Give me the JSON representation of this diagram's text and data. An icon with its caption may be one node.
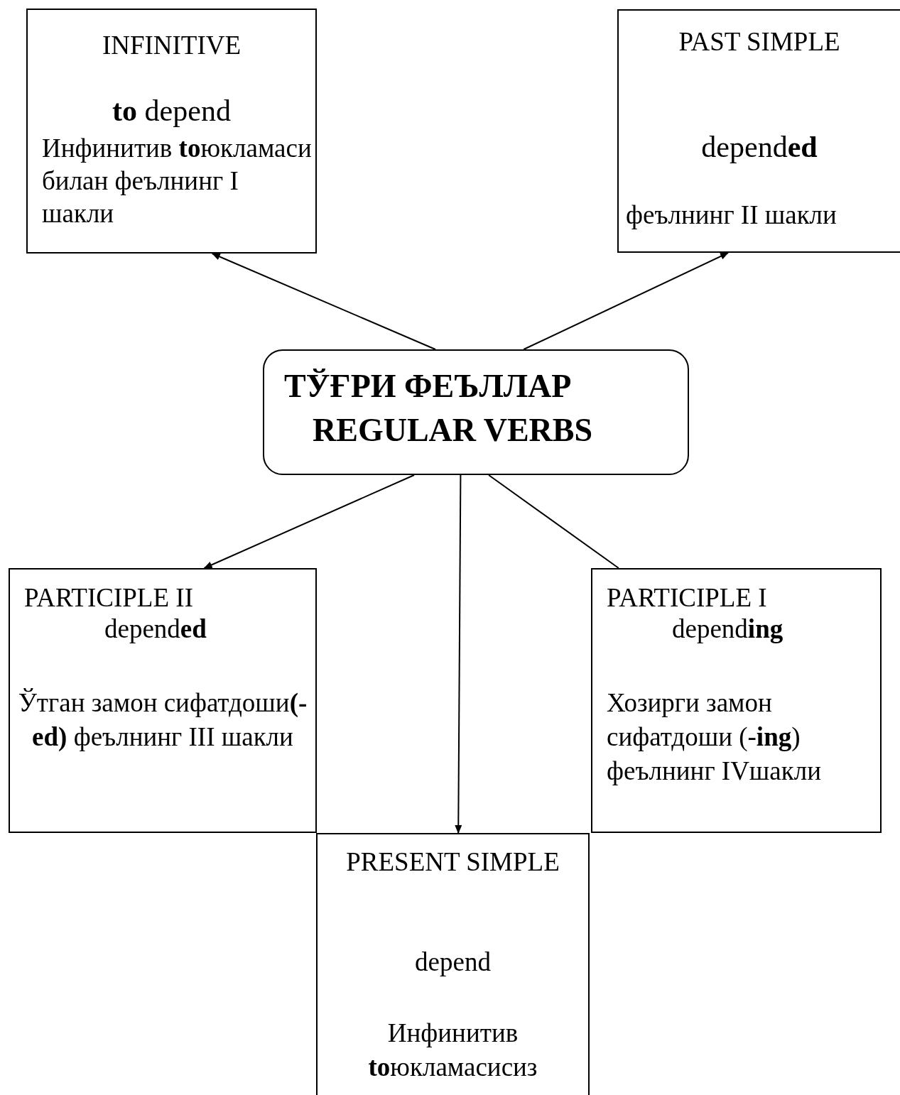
{
  "diagram": {
    "nodes": [
      {
        "text": [
          "INFINITIVE",
          "**to** depend",
          "Инфинитив **to**юкламаси билан феълнинг I шакли"
        ]
      },
      {
        "text": [
          "PAST SIMPLE",
          "depend**ed**",
          "феълнинг II шакли"
        ]
      },
      {
        "text": [
          "ТЎҒРИ ФЕЪЛЛАР",
          "REGULAR VERBS"
        ]
      },
      {
        "text": [
          "PARTICIPLE II",
          "depend**ed**",
          "Ўтган замон сифатдоши**(-ed)** феълнинг III шакли"
        ]
      },
      {
        "text": [
          "PARTICIPLE I",
          "depend**ing**",
          "Хозирги замон сифатдоши (-**ing**) феълнинг IVшакли"
        ]
      },
      {
        "text": [
          "PRESENT SIMPLE",
          "depend",
          "Инфинитив **to**юкламасисиз"
        ]
      }
    ],
    "edges": [
      {
        "from": 2,
        "to": 0,
        "arrow": "to"
      },
      {
        "from": 2,
        "to": 1,
        "arrow": "to"
      },
      {
        "from": 2,
        "to": 3,
        "arrow": "to"
      },
      {
        "from": 2,
        "to": 5,
        "arrow": "to"
      },
      {
        "from": 2,
        "to": 4,
        "arrow": "none"
      }
    ]
  }
}
